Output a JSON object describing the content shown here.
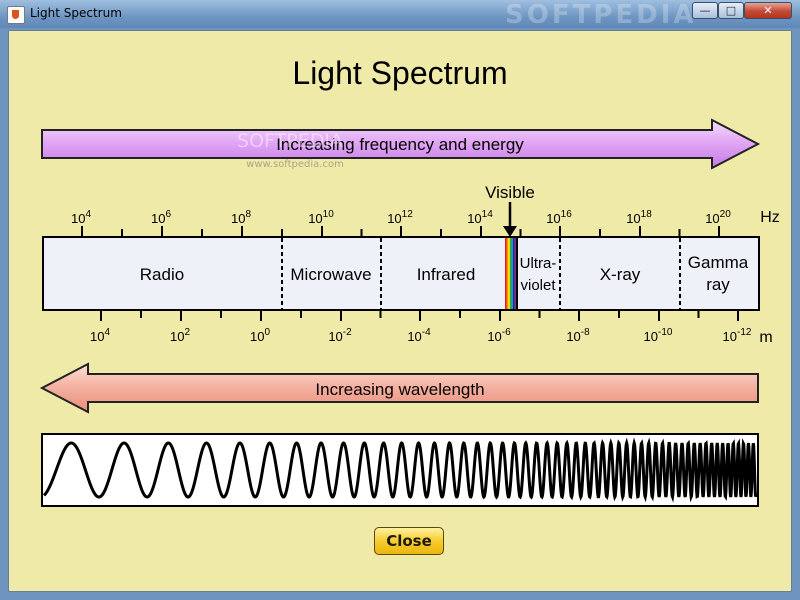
{
  "window": {
    "title": "Light Spectrum",
    "watermark": "SOFTPEDIA",
    "controls": {
      "minimize": "—",
      "maximize": "□",
      "close": "✕"
    }
  },
  "main": {
    "heading": "Light Spectrum",
    "top_arrow_label": "Increasing frequency and energy",
    "bottom_arrow_label": "Increasing wavelength",
    "visible_label": "Visible",
    "overlay_watermark": "SOFTPEDIA",
    "overlay_url": "www.softpedia.com",
    "close_button": "Close"
  },
  "frequency_axis": {
    "unit": "Hz",
    "tick_labels": [
      {
        "base": "10",
        "exp": "4"
      },
      {
        "base": "10",
        "exp": "6"
      },
      {
        "base": "10",
        "exp": "8"
      },
      {
        "base": "10",
        "exp": "10"
      },
      {
        "base": "10",
        "exp": "12"
      },
      {
        "base": "10",
        "exp": "14"
      },
      {
        "base": "10",
        "exp": "16"
      },
      {
        "base": "10",
        "exp": "18"
      },
      {
        "base": "10",
        "exp": "20"
      }
    ]
  },
  "wavelength_axis": {
    "unit": "m",
    "tick_labels": [
      {
        "base": "10",
        "exp": "4"
      },
      {
        "base": "10",
        "exp": "2"
      },
      {
        "base": "10",
        "exp": "0"
      },
      {
        "base": "10",
        "exp": "-2"
      },
      {
        "base": "10",
        "exp": "-4"
      },
      {
        "base": "10",
        "exp": "-6"
      },
      {
        "base": "10",
        "exp": "-8"
      },
      {
        "base": "10",
        "exp": "-10"
      },
      {
        "base": "10",
        "exp": "-12"
      }
    ]
  },
  "bands": [
    {
      "lines": [
        "Radio"
      ]
    },
    {
      "lines": [
        "Microwave"
      ]
    },
    {
      "lines": [
        "Infrared"
      ]
    },
    {
      "lines": [
        "Ultra-",
        "violet"
      ]
    },
    {
      "lines": [
        "X-ray"
      ]
    },
    {
      "lines": [
        "Gamma",
        "ray"
      ]
    }
  ],
  "colors": {
    "panel": "#efeaa8",
    "band_fill": "#eef2f8",
    "top_arrow": "#d98df0",
    "bottom_arrow": "#f2a593",
    "close_button": "#f7cc30"
  }
}
